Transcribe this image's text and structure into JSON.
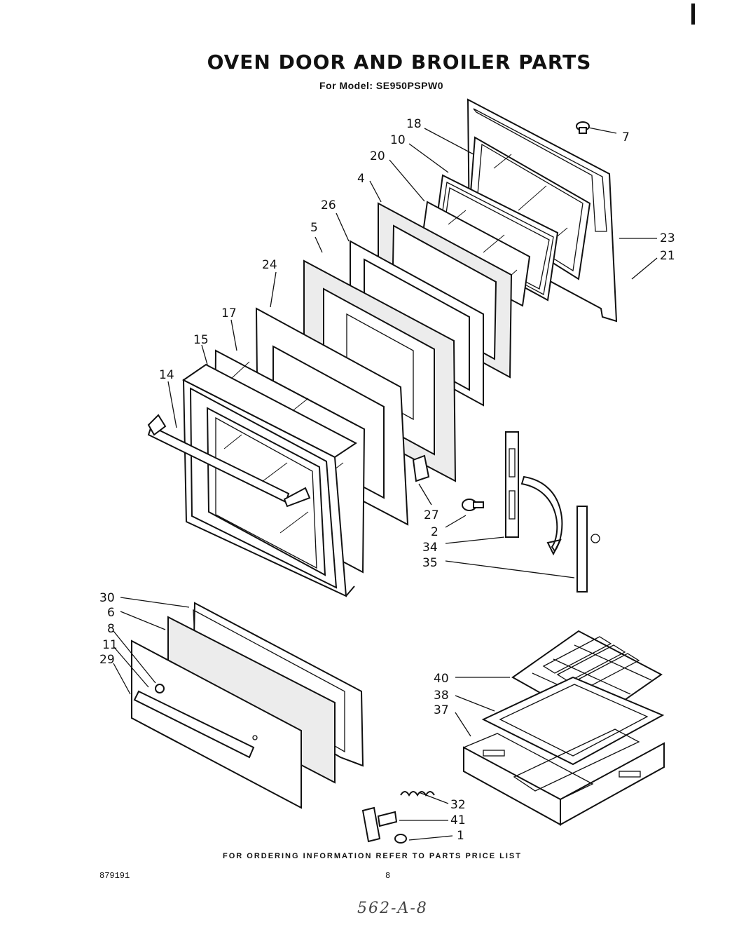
{
  "title": "OVEN DOOR AND BROILER PARTS",
  "subtitle": "For Model: SE950PSPW0",
  "footer_note": "FOR ORDERING INFORMATION REFER TO PARTS PRICE LIST",
  "document_number": "879191",
  "page_number": "8",
  "handwritten_note": "562-A-8",
  "part_labels": {
    "p18": "18",
    "p10": "10",
    "p7": "7",
    "p20": "20",
    "p4": "4",
    "p26": "26",
    "p23": "23",
    "p21": "21",
    "p5": "5",
    "p24": "24",
    "p17": "17",
    "p15": "15",
    "p14": "14",
    "p27": "27",
    "p2": "2",
    "p34": "34",
    "p35": "35",
    "p30": "30",
    "p6": "6",
    "p8": "8",
    "p11": "11",
    "p29": "29",
    "p40": "40",
    "p38": "38",
    "p37": "37",
    "p32": "32",
    "p41": "41",
    "p1": "1"
  }
}
